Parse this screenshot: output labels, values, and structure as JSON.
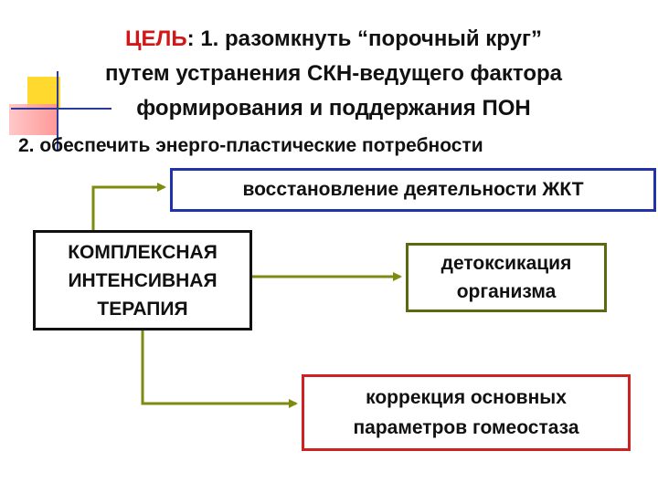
{
  "title": {
    "line1_prefix": "ЦЕЛЬ",
    "line1_rest": ": 1. разомкнуть “порочный круг”",
    "line2": "путем устранения СКН-ведущего фактора",
    "line3": "формирования и поддержания ПОН"
  },
  "subtitle": "2. обеспечить энерго-пластические потребности",
  "main_box": {
    "lines": [
      "КОМПЛЕКСНАЯ",
      "ИНТЕНСИВНАЯ",
      "ТЕРАПИЯ"
    ]
  },
  "targets": [
    {
      "lines": [
        "восстановление деятельности ЖКТ"
      ]
    },
    {
      "lines": [
        "детоксикация",
        "организма"
      ]
    },
    {
      "lines": [
        "коррекция основных",
        "параметров гомеостаза"
      ]
    }
  ],
  "colors": {
    "title_accent": "#d01818",
    "arrow": "#7f8a10",
    "border_git": "#2233aa",
    "border_detox": "#5a6a10",
    "border_homeo": "#cc2222"
  }
}
